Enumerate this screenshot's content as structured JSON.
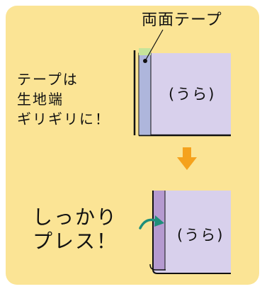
{
  "tape_label": "両面テープ",
  "step1": {
    "note_lines": [
      "テープは",
      "生地端",
      "ギリギリに！"
    ],
    "fabric_label": "(うら)"
  },
  "step2": {
    "note_lines": [
      "しっかり",
      "プレス！"
    ],
    "fabric_label": "(うら)"
  },
  "colors": {
    "panel": "#fbe495",
    "fabric": "#d8d0ec",
    "tape": "#aeb6dc",
    "tape_pressed": "#b59ad0",
    "tape_top": "#c6e49a",
    "arrow": "#f5a21d",
    "curved_arrow": "#1e8f7a",
    "outline": "#111111"
  },
  "icons": {
    "step_arrow": "down-arrow-icon",
    "press": "curved-arrow-icon"
  }
}
